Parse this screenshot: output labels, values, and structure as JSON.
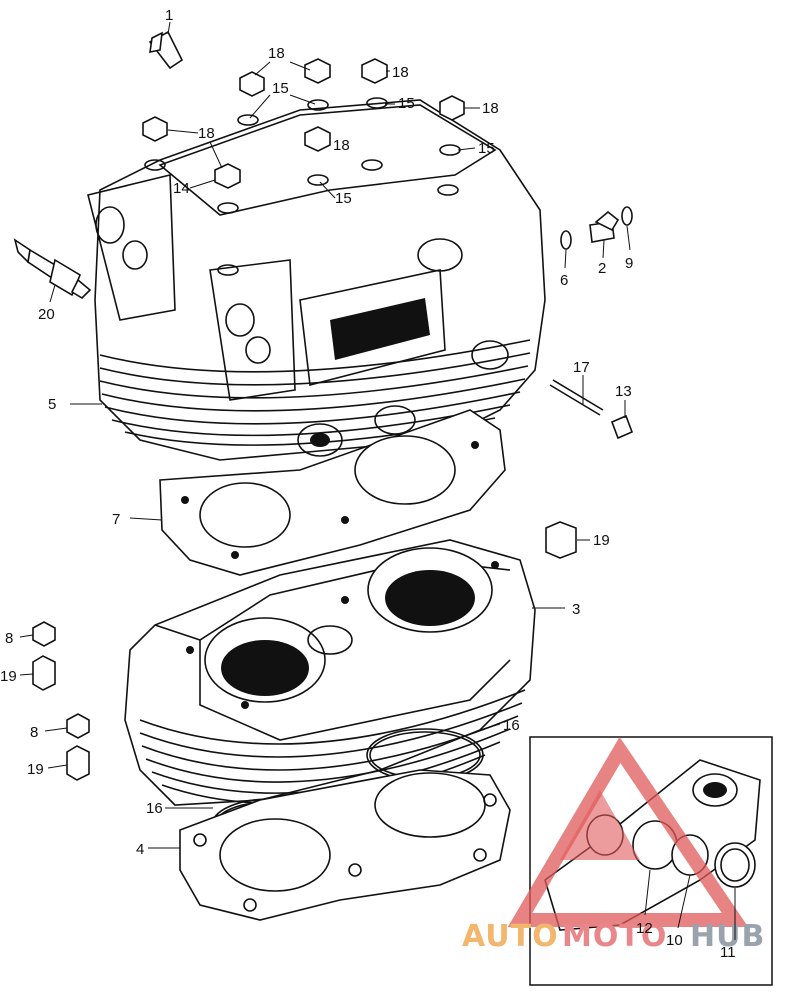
{
  "callouts": {
    "c1": "1",
    "c2": "2",
    "c3": "3",
    "c4": "4",
    "c5": "5",
    "c6": "6",
    "c7": "7",
    "c8a": "8",
    "c8b": "8",
    "c9": "9",
    "c10": "10",
    "c11": "11",
    "c12": "12",
    "c13": "13",
    "c14": "14",
    "c15a": "15",
    "c15b": "15",
    "c15c": "15",
    "c15d": "15",
    "c16a": "16",
    "c16b": "16",
    "c17": "17",
    "c18a": "18",
    "c18b": "18",
    "c18c": "18",
    "c18d": "18",
    "c18e": "18",
    "c19a": "19",
    "c19b": "19",
    "c19c": "19",
    "c20": "20"
  },
  "watermark": {
    "part1": "AUTO",
    "part2": "MOTO",
    "part3": "HUB",
    "colors": {
      "auto": "#f2b66d",
      "moto": "#e8868a",
      "hub": "#9aa3ad",
      "triangle": "#e05a5a"
    }
  }
}
